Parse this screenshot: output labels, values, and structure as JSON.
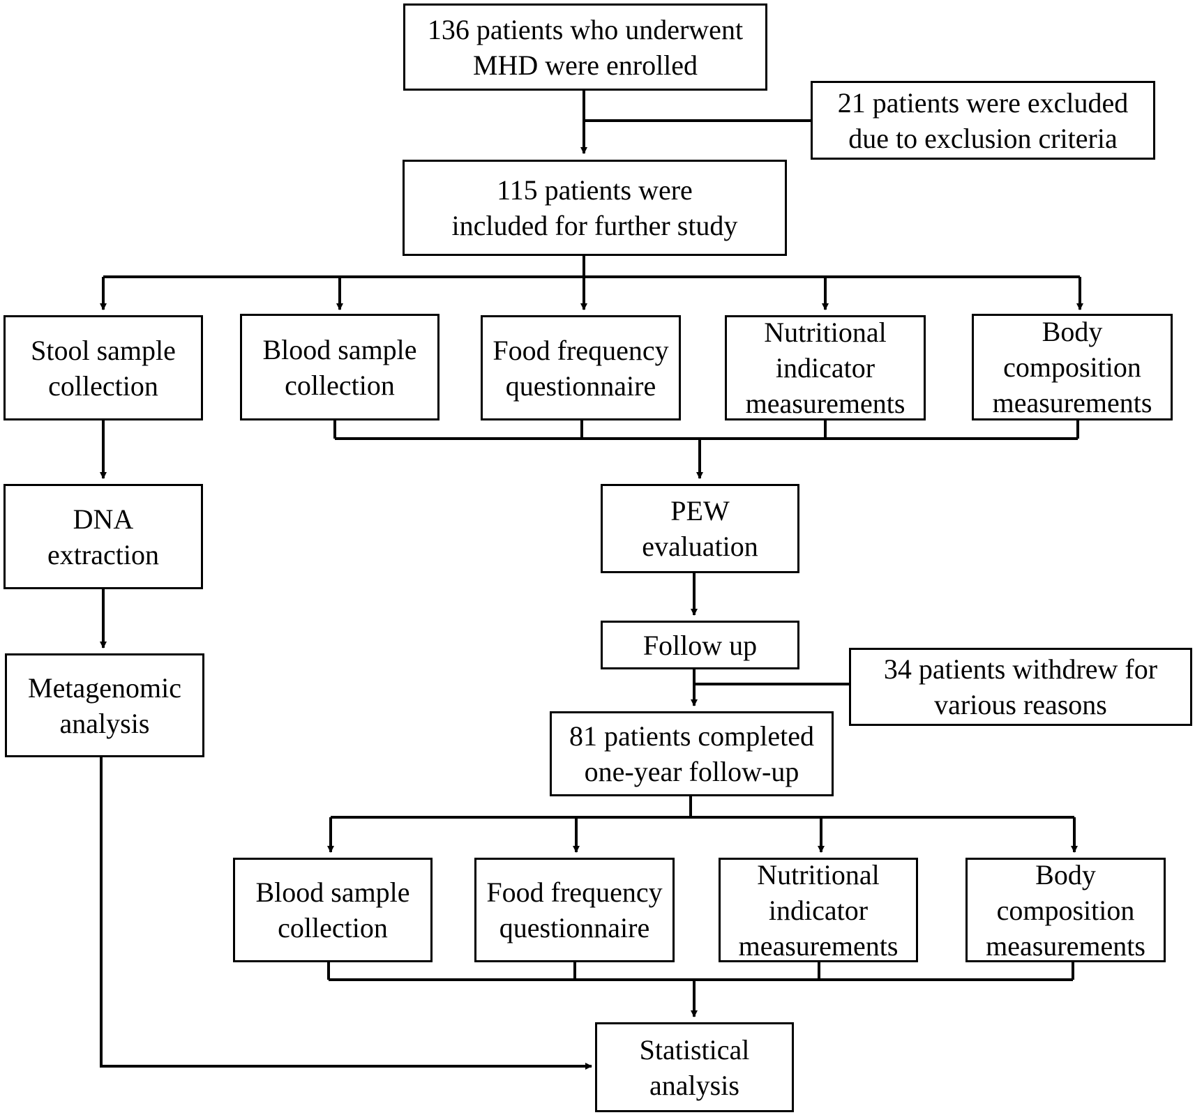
{
  "flowchart": {
    "enrolled": {
      "line1": "136 patients who underwent",
      "line2": "MHD were enrolled"
    },
    "excluded": {
      "line1": "21 patients were excluded",
      "line2": "due to exclusion criteria"
    },
    "included": {
      "line1": "115 patients were",
      "line2": "included for further study"
    },
    "baseline": {
      "stool": {
        "line1": "Stool sample",
        "line2": "collection"
      },
      "blood": {
        "line1": "Blood sample",
        "line2": "collection"
      },
      "food": {
        "line1": "Food frequency",
        "line2": "questionnaire"
      },
      "nutritional": {
        "line1": "Nutritional",
        "line2": "indicator",
        "line3": "measurements"
      },
      "body": {
        "line1": "Body",
        "line2": "composition",
        "line3": "measurements"
      }
    },
    "dna": {
      "line1": "DNA",
      "line2": "extraction"
    },
    "metagenomic": {
      "line1": "Metagenomic",
      "line2": "analysis"
    },
    "pew": {
      "line1": "PEW",
      "line2": "evaluation"
    },
    "followup": {
      "line1": "Follow up"
    },
    "withdrew": {
      "line1": "34 patients withdrew for",
      "line2": "various reasons"
    },
    "completed": {
      "line1": "81 patients completed",
      "line2": "one-year follow-up"
    },
    "final": {
      "blood": {
        "line1": "Blood sample",
        "line2": "collection"
      },
      "food": {
        "line1": "Food frequency",
        "line2": "questionnaire"
      },
      "nutritional": {
        "line1": "Nutritional",
        "line2": "indicator",
        "line3": "measurements"
      },
      "body": {
        "line1": "Body",
        "line2": "composition",
        "line3": "measurements"
      }
    },
    "statistical": {
      "line1": "Statistical",
      "line2": "analysis"
    }
  },
  "colors": {
    "line": "#000000",
    "box_fill": "#ffffff",
    "text": "#000000"
  }
}
